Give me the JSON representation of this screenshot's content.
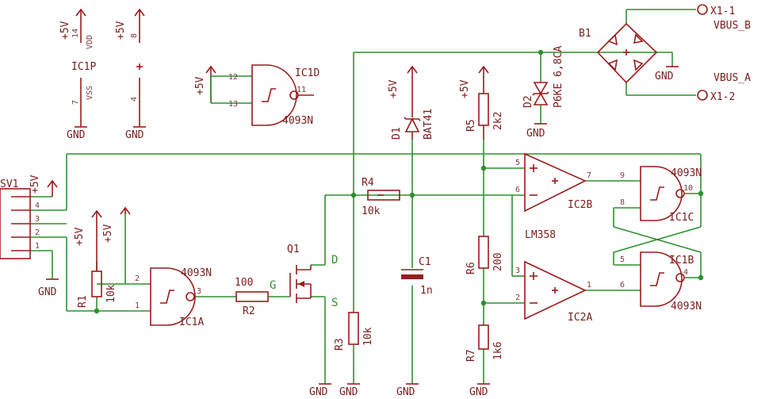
{
  "parts": {
    "ic1p": "IC1P",
    "ic1a": "IC1A",
    "ic1b": "IC1B",
    "ic1c": "IC1C",
    "ic1d": "IC1D",
    "ic2a": "IC2A",
    "ic2b": "IC2B",
    "ic2_type": "LM358",
    "gate_type": "4093N",
    "r1": "R1",
    "r1_val": "10k",
    "r2": "R2",
    "r2_val": "100",
    "r3": "R3",
    "r3_val": "10k",
    "r4": "R4",
    "r4_val": "10k",
    "r5": "R5",
    "r5_val": "2k2",
    "r6": "R6",
    "r6_val": "200",
    "r7": "R7",
    "r7_val": "1k6",
    "c1": "C1",
    "c1_val": "1n",
    "d1": "D1",
    "d1_val": "BAT41",
    "d2": "D2",
    "d2_val": "P6KE 6,8CA",
    "q1": "Q1",
    "q_g": "G",
    "q_d": "D",
    "q_s": "S",
    "b1": "B1",
    "sv1": "SV1",
    "x1_1": "X1-1",
    "x1_2": "X1-2",
    "vbus_b": "VBUS_B",
    "vbus_a": "VBUS_A"
  },
  "nets": {
    "vcc": "+5V",
    "gnd": "GND"
  },
  "pin_labels": {
    "vdd": "VDD",
    "vss": "VSS",
    "p14": "14",
    "p7": "7",
    "p8": "8",
    "p4": "4",
    "p12": "12",
    "p13": "13",
    "p11": "11",
    "p1": "1",
    "p2": "2",
    "p3": "3",
    "p5": "5",
    "p6": "6",
    "p9": "9",
    "p10": "10",
    "sv_1": "1",
    "sv_2": "2",
    "sv_3": "3",
    "sv_4": "4",
    "op_plus": "+",
    "op_minus": "-",
    "c_plus": "+",
    "c_minus": "-"
  },
  "colors": {
    "symbol": "#9a1b1b",
    "wire": "#2f8f2f",
    "background": "#ffffff"
  }
}
